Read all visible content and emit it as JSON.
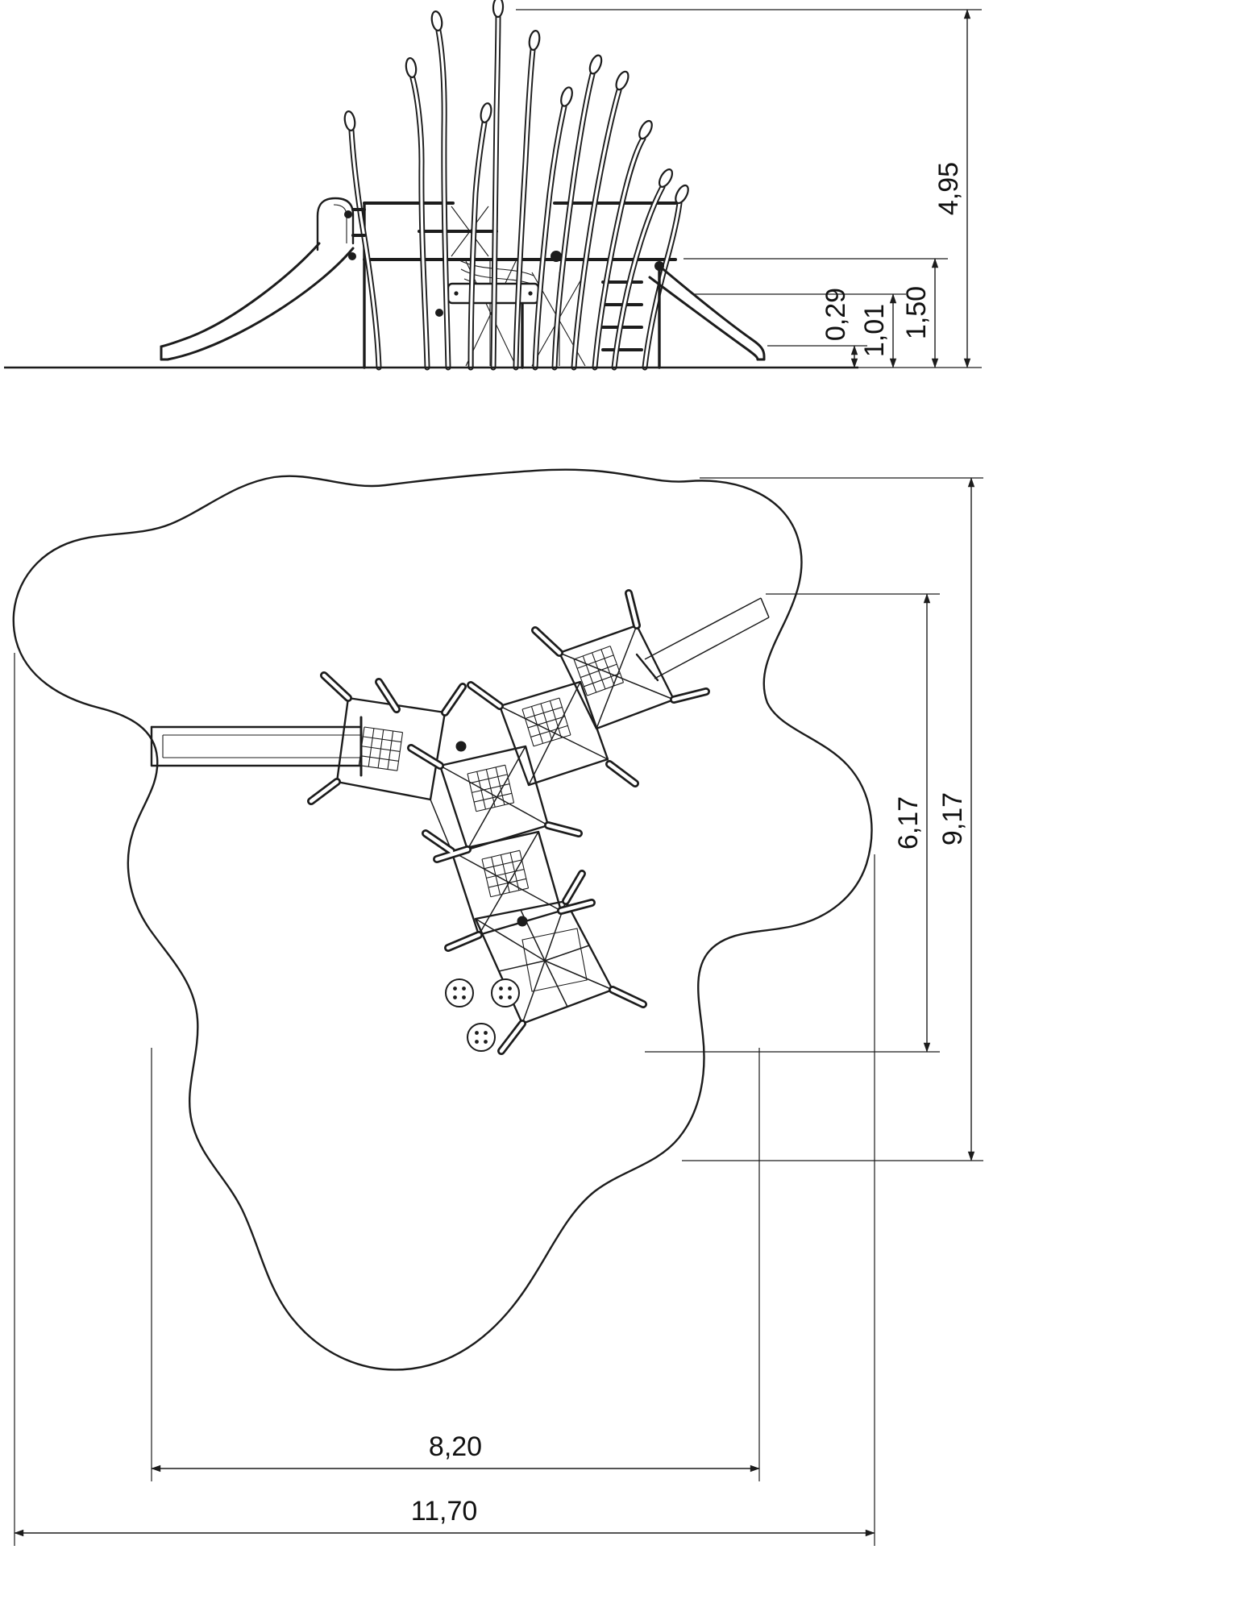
{
  "colors": {
    "line": "#1c1c1c",
    "background": "#ffffff"
  },
  "elevation": {
    "dimensions": {
      "overall_height": "4,95",
      "upper_platform_height": "1,50",
      "mid_platform_height": "1,01",
      "low_platform_height": "0,29"
    }
  },
  "plan": {
    "dimensions": {
      "structure_depth": "6,17",
      "area_depth": "9,17",
      "structure_width": "8,20",
      "area_width": "11,70"
    }
  }
}
